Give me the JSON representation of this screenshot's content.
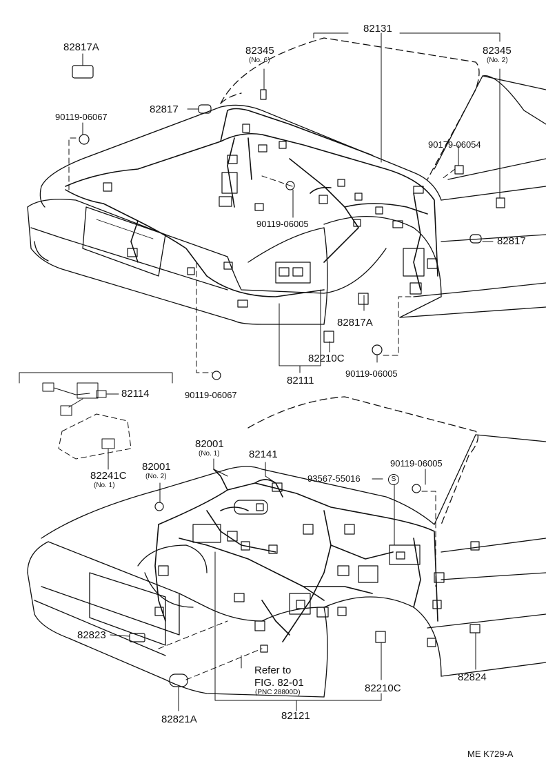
{
  "top_section": {
    "parts": [
      {
        "id": "82131",
        "label": "82131"
      },
      {
        "id": "82345-no6",
        "label": "82345",
        "sub": "(No. 6)"
      },
      {
        "id": "82345-no2",
        "label": "82345",
        "sub": "(No. 2)"
      },
      {
        "id": "82817A-top",
        "label": "82817A"
      },
      {
        "id": "90119-06067-top",
        "label": "90119-06067"
      },
      {
        "id": "82817-left",
        "label": "82817"
      },
      {
        "id": "90179-06054",
        "label": "90179-06054"
      },
      {
        "id": "90119-06005-mid",
        "label": "90119-06005"
      },
      {
        "id": "82817-right",
        "label": "82817"
      },
      {
        "id": "82817A-lower",
        "label": "82817A"
      },
      {
        "id": "82210C-top",
        "label": "82210C"
      },
      {
        "id": "90119-06005-lower",
        "label": "90119-06005"
      },
      {
        "id": "82111",
        "label": "82111"
      },
      {
        "id": "90119-06067-lower",
        "label": "90119-06067"
      }
    ]
  },
  "inset": {
    "parts": [
      {
        "id": "82114",
        "label": "82114"
      },
      {
        "id": "82241C",
        "label": "82241C",
        "sub": "(No. 1)"
      }
    ]
  },
  "bottom_section": {
    "parts": [
      {
        "id": "82001-no1",
        "label": "82001",
        "sub": "(No. 1)"
      },
      {
        "id": "82001-no2",
        "label": "82001",
        "sub": "(No. 2)"
      },
      {
        "id": "82141",
        "label": "82141"
      },
      {
        "id": "93567-55016",
        "label": "93567-55016",
        "marker": "S"
      },
      {
        "id": "90119-06005-bottom",
        "label": "90119-06005"
      },
      {
        "id": "82823",
        "label": "82823"
      },
      {
        "id": "82824",
        "label": "82824"
      },
      {
        "id": "82210C-bottom",
        "label": "82210C"
      },
      {
        "id": "82821A",
        "label": "82821A"
      },
      {
        "id": "82121",
        "label": "82121"
      }
    ],
    "refer": {
      "line1": "Refer to",
      "line2": "FIG. 82-01",
      "line3": "(PNC 28800D)"
    }
  },
  "footer": {
    "code": "ME  K729-A"
  }
}
